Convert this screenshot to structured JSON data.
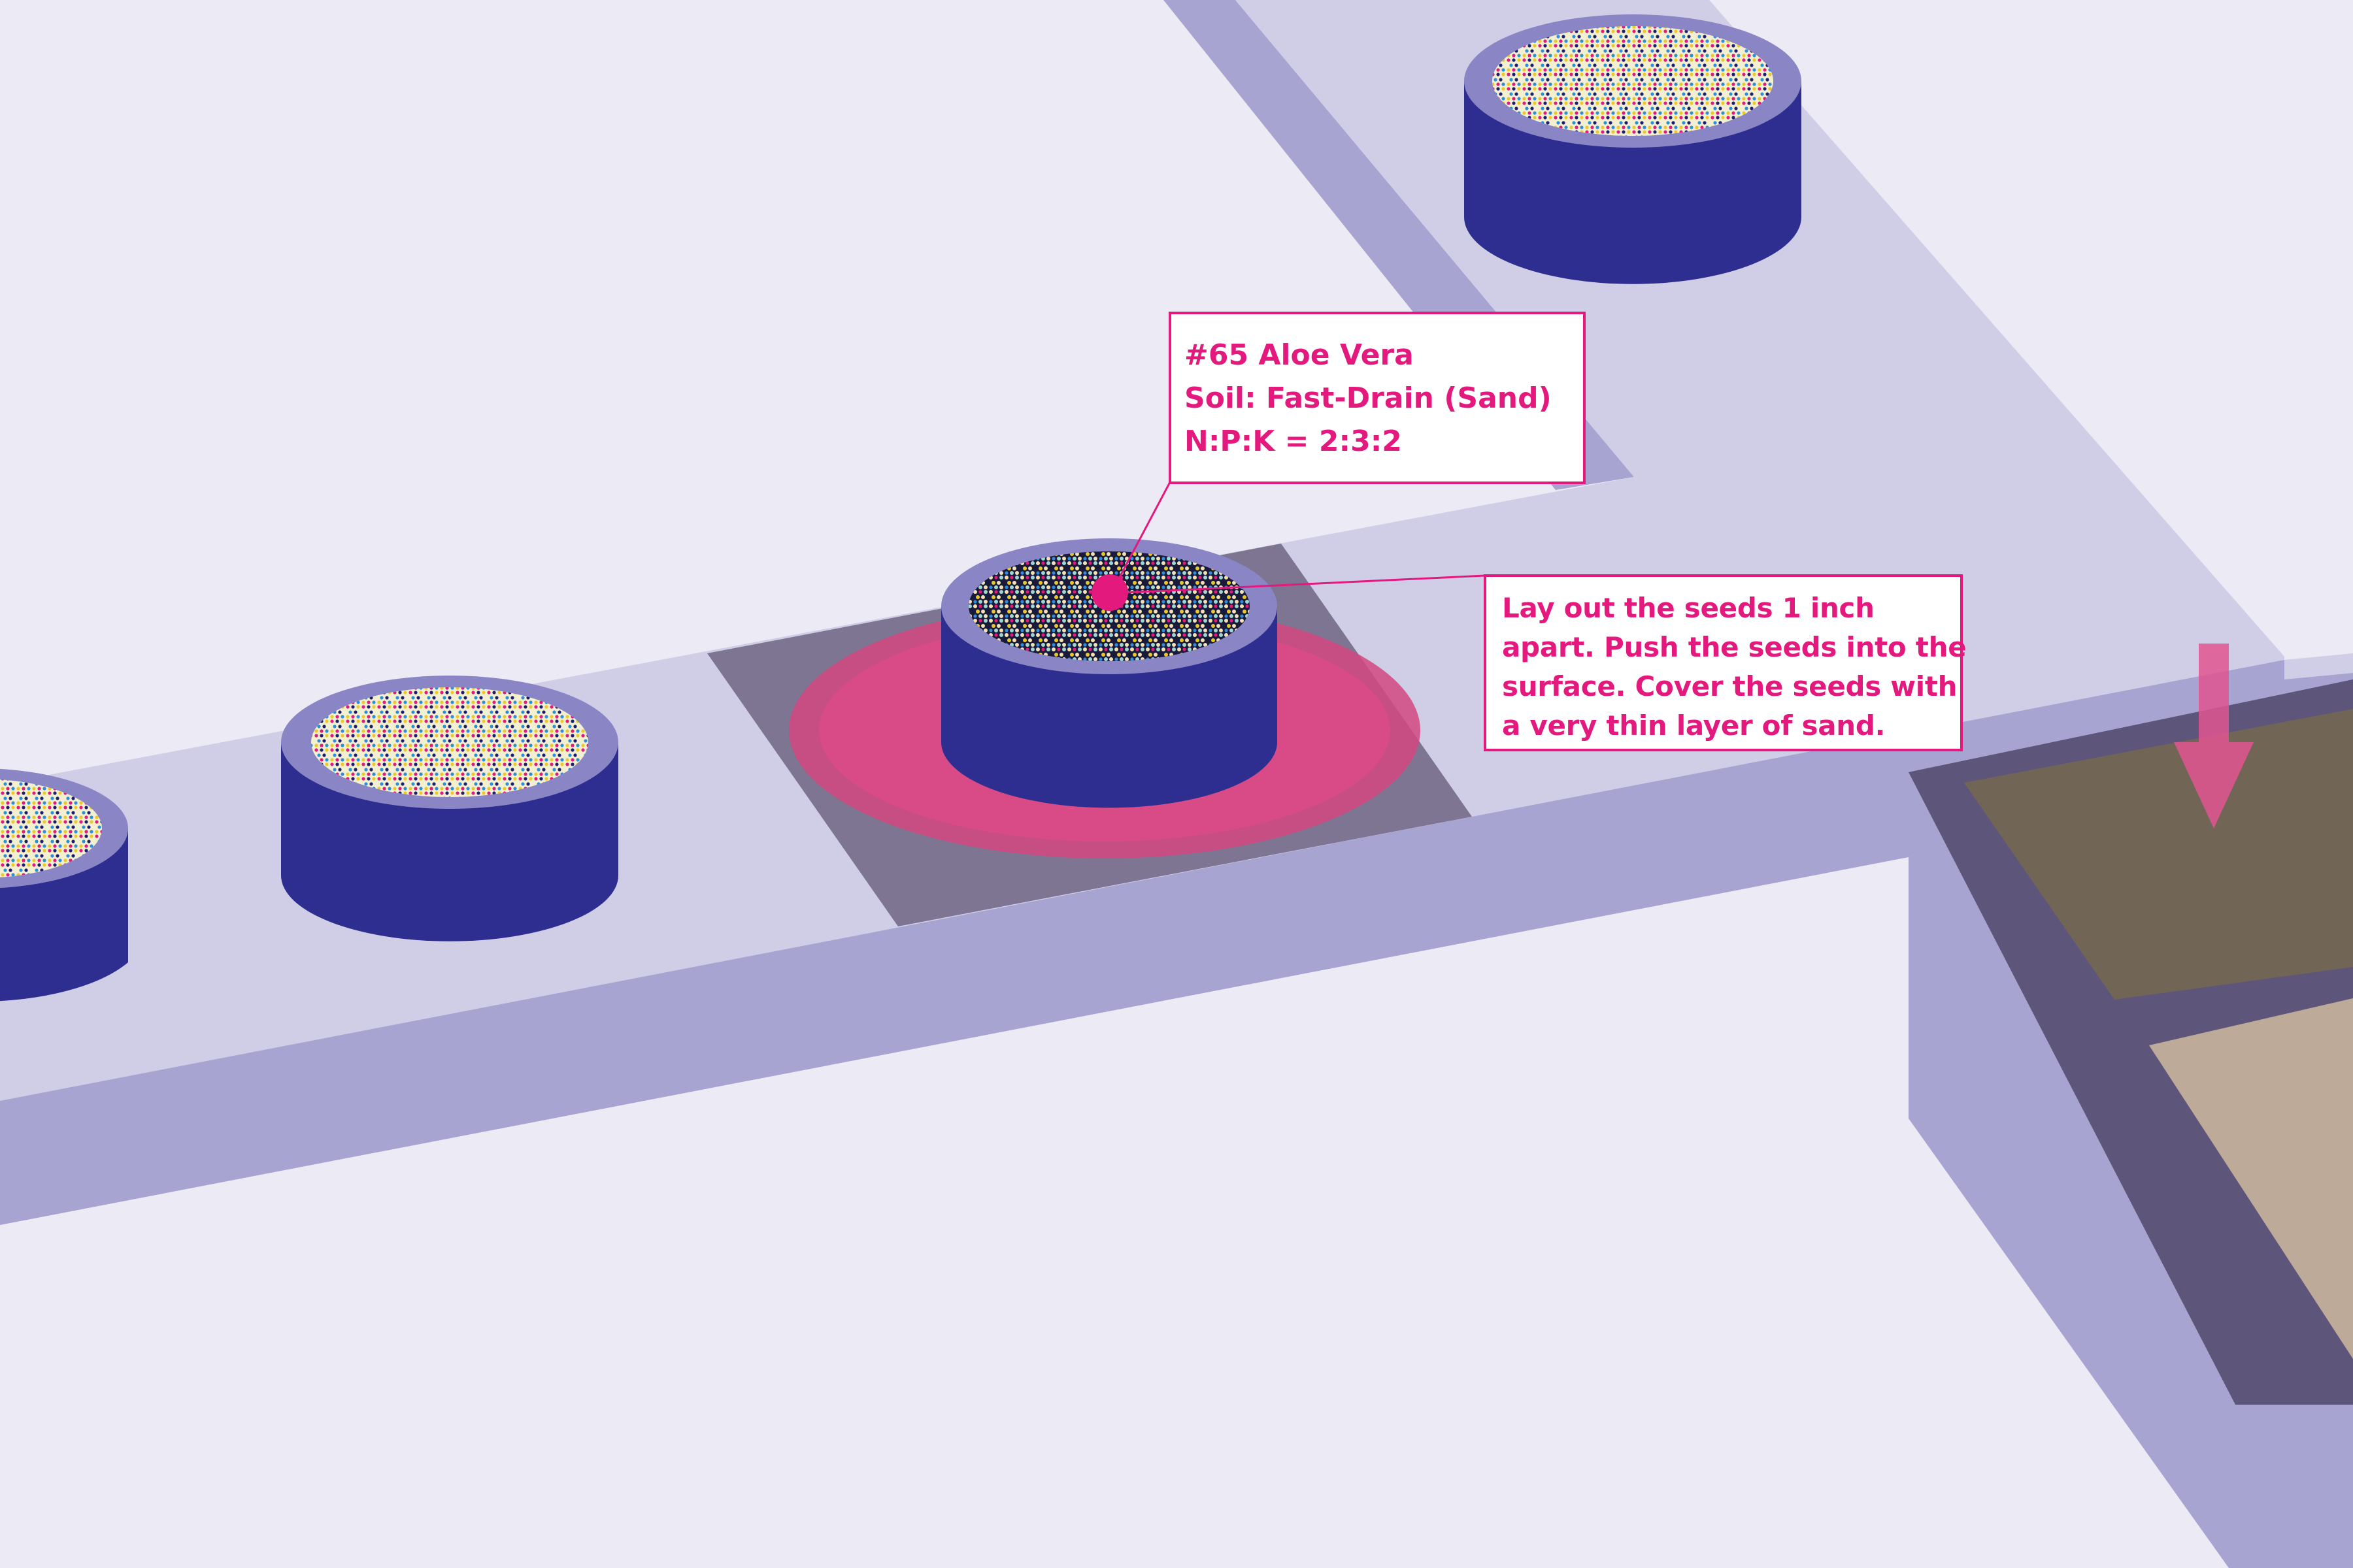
{
  "colors": {
    "background": "#ECEAF5",
    "track_top": "#D0CEE6",
    "track_side": "#A8A4D2",
    "pot_body": "#2E2E91",
    "pot_rim": "#8A86C6",
    "highlight_pad": "#7E7592",
    "highlight_glow": "#E04A87",
    "accent": "#E4197E",
    "tray_border": "#5E567A",
    "tray_soil_dark": "#716656",
    "tray_soil_light": "#BEAA98"
  },
  "selected_plant": {
    "lines": [
      "#65 Aloe Vera",
      "Soil: Fast-Drain (Sand)",
      "N:P:K = 2:3:2"
    ]
  },
  "instructions": {
    "lines": [
      "Lay out the seeds 1 inch",
      "apart. Push the seeds into the",
      "surface. Cover the seeds with",
      "a very thin layer of sand."
    ]
  },
  "icons": {
    "marker": "selection-dot-icon",
    "drop": "arrow-down-icon"
  }
}
